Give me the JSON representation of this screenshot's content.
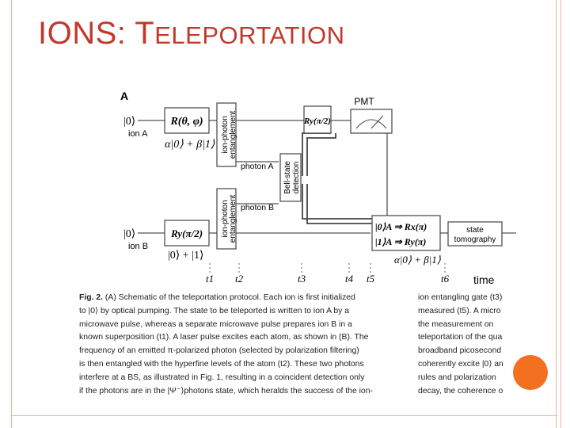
{
  "slide": {
    "title_cap1": "IONS: T",
    "title_rest": "ELEPORTATION",
    "accent_color": "#c0392b",
    "frame_color": "#e8b39a",
    "dot_color": "#f37021"
  },
  "figure": {
    "panel_label": "A",
    "ion_a_state": "|0⟩",
    "ion_a_label": "ion A",
    "ion_a_superposition": "α|0⟩ + β|1⟩",
    "ion_b_state": "|0⟩",
    "ion_b_label": "ion B",
    "ion_b_superposition": "|0⟩ + |1⟩",
    "gate_r_theta_phi": "R(θ, φ)",
    "gate_ry_pi2": "Ry(π/2)",
    "entanglement_line1": "ion-photon",
    "entanglement_line2": "entanglement",
    "photon_a": "photon A",
    "photon_b": "photon B",
    "bell_line1": "Bell-state",
    "bell_line2": "detection",
    "pmt_label": "PMT",
    "ry_pmt_gate": "Ry(π/2)",
    "feedforward_line1": "|0⟩A ⇒ Rx(π)",
    "feedforward_line2": "|1⟩A ⇒ Ry(π)",
    "output_state": "α|0⟩ + β|1⟩",
    "tomo_line1": "state",
    "tomo_line2": "tomography",
    "time_labels": [
      "t1",
      "t2",
      "t3",
      "t4",
      "t5",
      "t6"
    ],
    "time_axis_label": "time"
  },
  "caption": {
    "fig_label": "Fig. 2.",
    "left_lines": [
      "(A) Schematic of the teleportation protocol. Each ion is first initialized",
      "to |0⟩ by optical pumping. The state to be teleported is written to ion A by a",
      "microwave pulse, whereas a separate microwave pulse prepares ion B in a",
      "known superposition (t1). A laser pulse excites each atom, as shown in (B). The",
      "frequency of an emitted π-polarized photon (selected by polarization filtering)",
      "is then entangled with the hyperfine levels of the atom (t2). These two photons",
      "interfere at a BS, as illustrated in Fig. 1, resulting in a coincident detection only",
      "if the photons are in the |Ψ⁻⟩photons state, which heralds the success of the ion-"
    ],
    "right_lines": [
      "ion entangling gate (t3)",
      "measured (t5). A micro",
      "the measurement on",
      "teleportation of the qua",
      "broadband picosecond",
      "coherently excite |0⟩ an",
      "rules and polarization",
      "decay, the coherence o"
    ]
  }
}
